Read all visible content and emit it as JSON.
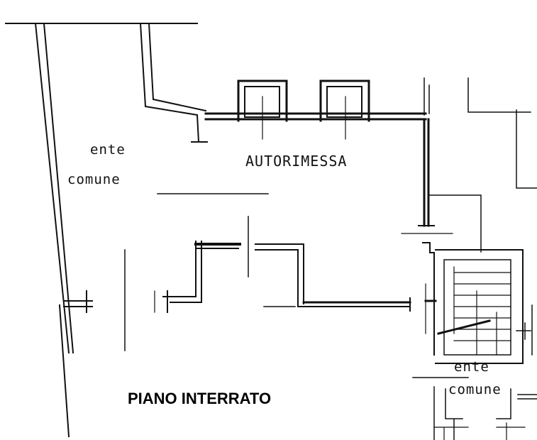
{
  "labels": {
    "left_area_line1": "ente",
    "left_area_line2": "comune",
    "garage": "AUTORIMESSA",
    "stair_area_line1": "ente",
    "stair_area_line2": "comune",
    "floor_title": "PIANO INTERRATO"
  }
}
